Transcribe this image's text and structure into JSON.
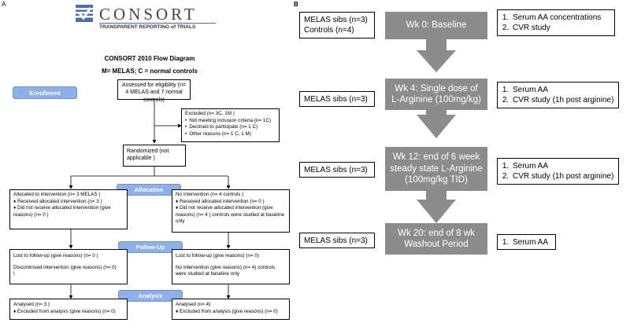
{
  "panel_a": {
    "label": "A",
    "logo": {
      "name": "CONSORT",
      "tagline": "TRANSPARENT REPORTING of TRIALS"
    },
    "title": "CONSORT 2010 Flow Diagram",
    "subtitle": "M= MELAS; C = normal controls",
    "enrollment_label": "Enrollment",
    "eligibility": "Assessed for eligibility (n= 4 MELAS and 7 normal controls)",
    "excluded": {
      "header": "Excluded  (n= 3C, 1M )",
      "items": [
        "Not meeting inclusion criteria (n= 1C)",
        "Declined to participate (n= 1 C)",
        "Other reasons (n= 1 C, 1 M)"
      ]
    },
    "randomized": "Randomized (not applicable  )",
    "allocation_label": "Allocation",
    "alloc_left": {
      "header": "Allocated to intervention (n= 3 MELAS  )",
      "items": [
        "Received allocated intervention (n= 3 )",
        "Did not receive allocated intervention (give reasons) (n= 0 )"
      ]
    },
    "alloc_right": {
      "header": "No intervention  (n= 4 controls )",
      "items": [
        "Received allocated intervention (n= 0  )",
        "Did not receive allocated intervention (give reasons) (n= 4 ) controls were studied at baseline only"
      ]
    },
    "followup_label": "Follow-Up",
    "follow_left": {
      "lost": "Lost to follow-up (give reasons) (n= 0 )",
      "discontinued": "Discontinued intervention (give reasons) (n= 0)",
      "mark": "\\"
    },
    "follow_right": {
      "lost": "Lost to follow-up (give reasons) (n= 0)",
      "discontinued": "No intervention (give reasons) (n= 4) controls were studied at baseline only"
    },
    "analysis_label": "Analysis",
    "anal_left": {
      "header": "Analysed  (n= 3 )",
      "items": [
        "Excluded from analysis (give reasons) (n= 0)"
      ]
    },
    "anal_right": {
      "header": "Analysed  (n= 4)",
      "items": [
        "Excluded from analysis (give reasons) (n= 0)"
      ]
    }
  },
  "panel_b": {
    "label": "B",
    "stages": [
      {
        "left": [
          "MELAS sibs (n=3)",
          "Controls (n=4)"
        ],
        "center": [
          "Wk 0: Baseline"
        ],
        "right": [
          "Serum AA concentrations",
          "CVR study"
        ]
      },
      {
        "left": [
          "MELAS sibs (n=3)"
        ],
        "center": [
          "Wk 4: Single dose of",
          "L-Arginine (100mg/kg)"
        ],
        "right": [
          "Serum AA",
          "CVR study (1h post arginine)"
        ]
      },
      {
        "left": [
          "MELAS sibs (n=3)"
        ],
        "center": [
          "Wk 12: end of 6 week",
          "steady state L-Arginine",
          "(100mg/kg TID)"
        ],
        "right": [
          "Serum AA",
          "CVR study (1h post arginine)"
        ]
      },
      {
        "left": [
          "MELAS sibs (n=3)"
        ],
        "center": [
          "Wk 20: end of 8 wk",
          "Washout Period"
        ],
        "right": [
          "Serum AA"
        ]
      }
    ]
  }
}
